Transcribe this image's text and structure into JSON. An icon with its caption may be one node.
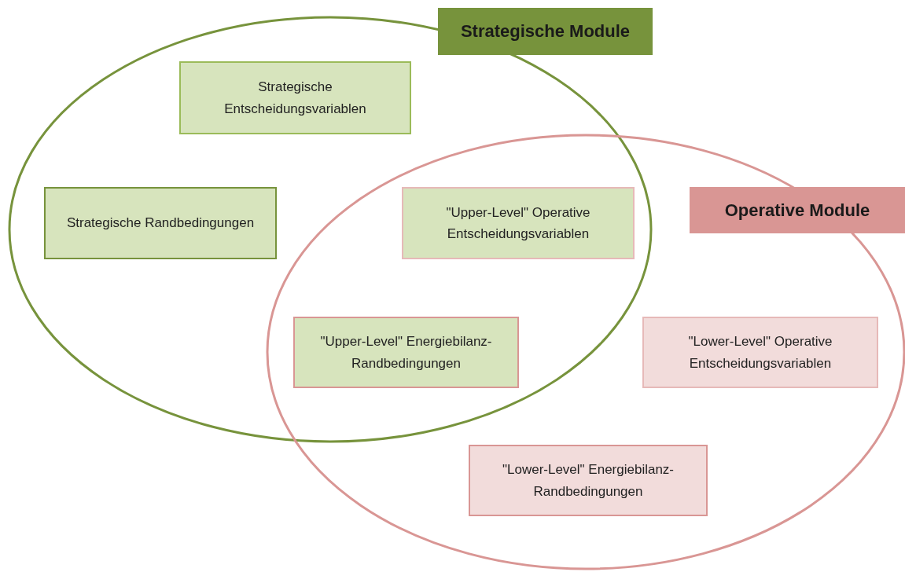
{
  "diagram": {
    "nodes": [
      {
        "text": [
          "Strategische Module"
        ]
      },
      {
        "text": [
          "Strategische Entscheidungsvariablen"
        ],
        "in": 0
      },
      {
        "text": [
          "Strategische Randbedingungen"
        ],
        "in": 0
      },
      {
        "text": [
          "Operative Module"
        ]
      },
      {
        "text": [
          "\"Upper-Level\" Operative Entscheidungsvariablen"
        ]
      },
      {
        "text": [
          "\"Upper-Level\" Energiebilanz-Randbedingungen"
        ]
      },
      {
        "text": [
          "\"Lower-Level\" Operative Entscheidungsvariablen"
        ],
        "in": 3
      },
      {
        "text": [
          "\"Lower-Level\" Energiebilanz-Randbedingungen"
        ],
        "in": 3
      }
    ]
  }
}
